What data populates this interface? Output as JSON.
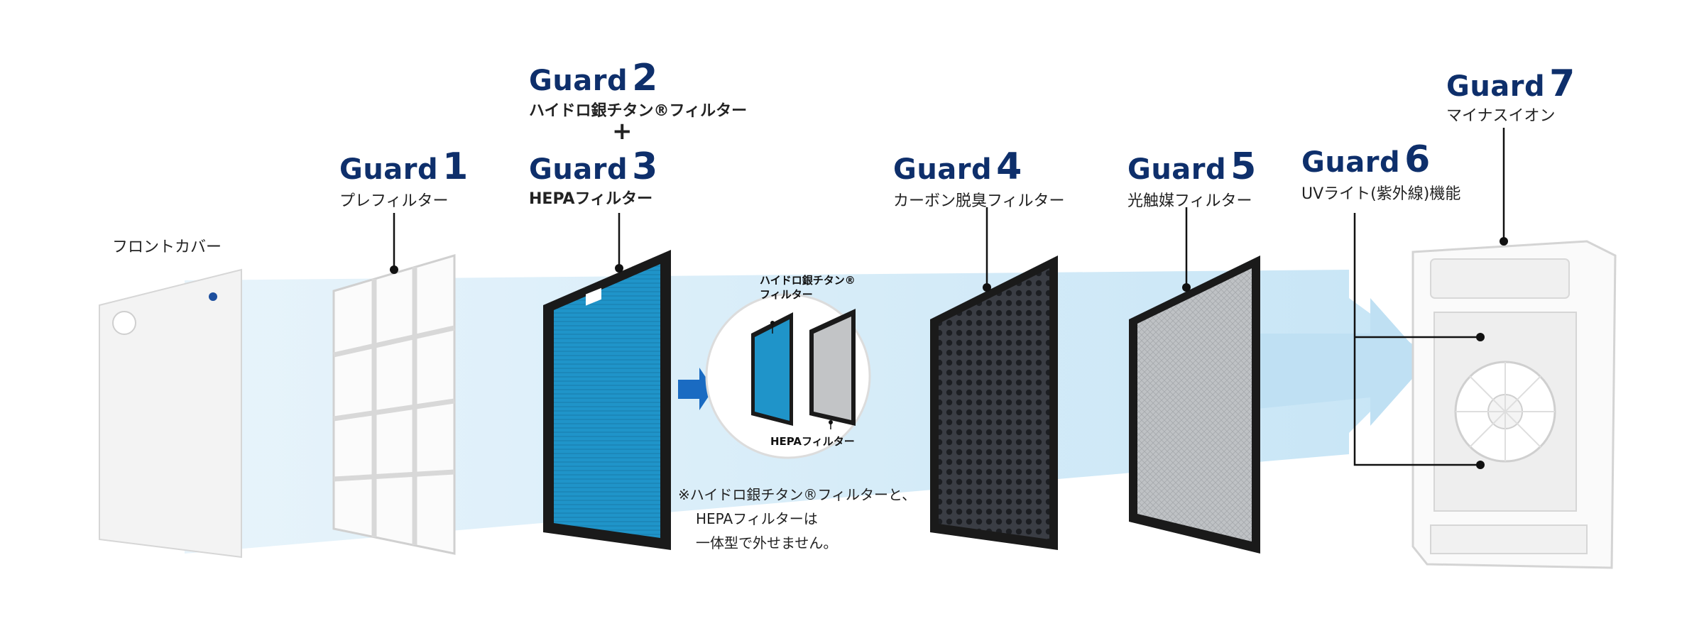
{
  "front_cover": {
    "label": "フロントカバー"
  },
  "guards": [
    {
      "word": "Guard",
      "number": "1",
      "desc": "プレフィルター"
    },
    {
      "word": "Guard",
      "number": "2",
      "desc": "ハイドロ銀チタン®フィルター"
    },
    {
      "word": "Guard",
      "number": "3",
      "desc": "HEPAフィルター"
    },
    {
      "word": "Guard",
      "number": "4",
      "desc": "カーボン脱臭フィルター"
    },
    {
      "word": "Guard",
      "number": "5",
      "desc": "光触媒フィルター"
    },
    {
      "word": "Guard",
      "number": "6",
      "desc": "UVライト(紫外線)機能"
    },
    {
      "word": "Guard",
      "number": "7",
      "desc": "マイナスイオン"
    }
  ],
  "plus_sign": "+",
  "inset": {
    "label_top": "ハイドロ銀チタン®\nフィルター",
    "label_top_line1": "ハイドロ銀チタン®",
    "label_top_line2": "フィルター",
    "label_bottom": "HEPAフィルター"
  },
  "note": {
    "line1": "※ハイドロ銀チタン®フィルターと、",
    "line2": "HEPAフィルターは",
    "line3": "一体型で外せません。"
  },
  "colors": {
    "guard_text": "#0e2f6b",
    "hepa_blue": "#1c8fc4",
    "flow_arrow": "#cfe9f7",
    "transition_arrow": "#1a6bc2",
    "carbon": "#3a3d44",
    "photocatalyst": "#b9bcbf"
  }
}
